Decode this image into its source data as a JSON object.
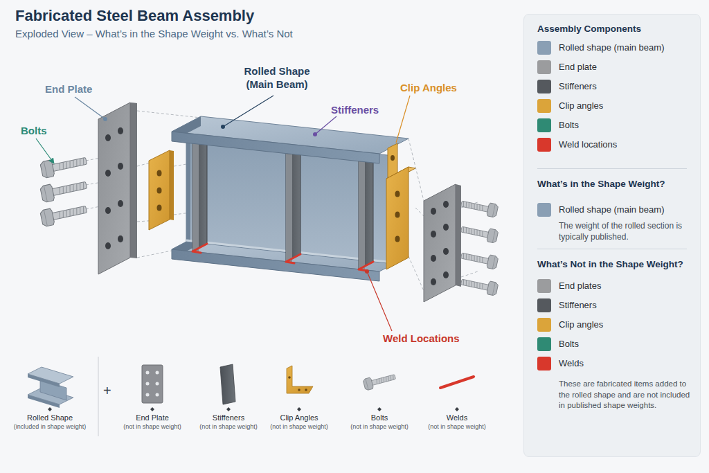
{
  "diagram": {
    "title": "Fabricated Steel Beam Assembly",
    "caption": "Exploded View – What’s in the Shape Weight vs. What’s Not",
    "nodes": [
      {
        "text": [
          "Assembly Components",
          "What’s in the Shape Weight?",
          "The weight of the rolled section is typically published.",
          "What’s Not in the Shape Weight?",
          "These are fabricated items added to the rolled shape and are not included in published shape weights."
        ]
      }
    ],
    "labels": [
      "End Plate",
      "Bolts",
      "Rolled Shape (Main Beam)",
      "Stiffeners",
      "Clip Angles",
      "Weld Locations",
      "+",
      "Rolled Shape",
      "(included in shape weight)",
      "End Plate",
      "(not in shape weight)",
      "Stiffeners",
      "(not in shape weight)",
      "Clip Angles",
      "(not in shape weight)",
      "Bolts",
      "(not in shape weight)",
      "Welds",
      "(not in shape weight)"
    ],
    "legend": [
      {
        "text": "Rolled shape (main beam)",
        "color": "#8a9fb4"
      },
      {
        "text": "End plate",
        "color": "#9b9c9e"
      },
      {
        "text": "Stiffeners",
        "color": "#55595e"
      },
      {
        "text": "Clip angles",
        "color": "#dba43a"
      },
      {
        "text": "Bolts",
        "color": "#2f8a74"
      },
      {
        "text": "Weld locations",
        "color": "#d8382c"
      },
      {
        "text": "Rolled shape (main beam)",
        "color": "#8a9fb4"
      },
      {
        "text": "End plates",
        "color": "#9b9c9e"
      },
      {
        "text": "Stiffeners",
        "color": "#55595e"
      },
      {
        "text": "Clip angles",
        "color": "#dba43a"
      },
      {
        "text": "Bolts",
        "color": "#2f8a74"
      },
      {
        "text": "Welds",
        "color": "#d8382c"
      }
    ]
  }
}
